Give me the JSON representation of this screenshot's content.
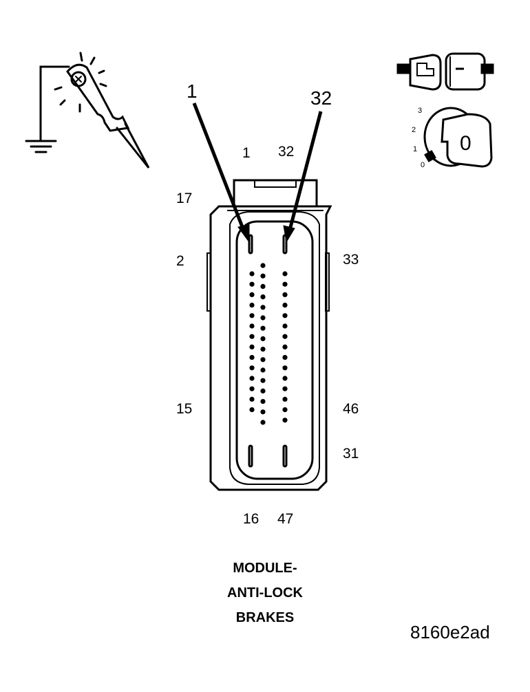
{
  "connector": {
    "title_lines": [
      "MODULE-",
      "ANTI-LOCK",
      "BRAKES"
    ],
    "arrow_labels": {
      "left": "1",
      "right": "32"
    },
    "pin_labels": {
      "top_left": "1",
      "top_right": "32",
      "p17": "17",
      "p2": "2",
      "p33": "33",
      "p15": "15",
      "p46": "46",
      "p31": "31",
      "bottom_left": "16",
      "bottom_right": "47"
    }
  },
  "ignition_key": {
    "positions": [
      "3",
      "2",
      "1",
      "0"
    ],
    "key_label": "0"
  },
  "figure_id": "8160e2ad",
  "icons": [
    "test-light-icon",
    "ground-symbol-icon",
    "disconnected-connector-icon",
    "ignition-key-icon"
  ]
}
